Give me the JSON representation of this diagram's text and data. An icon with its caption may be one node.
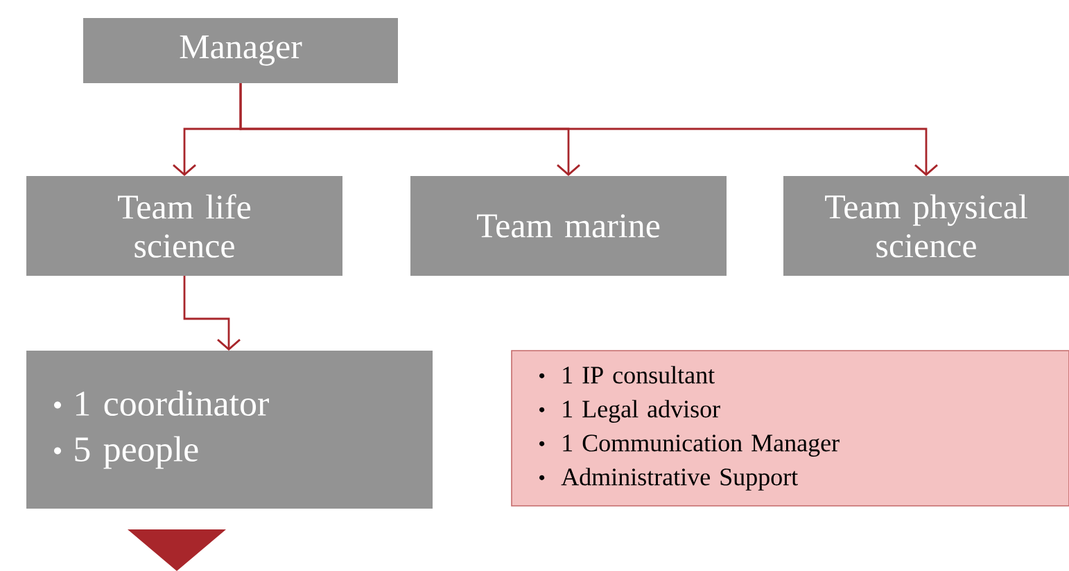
{
  "diagram": {
    "nodes": [
      {
        "text": [
          "Manager"
        ]
      },
      {
        "text": [
          "Team life science"
        ]
      },
      {
        "text": [
          "Team marine"
        ]
      },
      {
        "text": [
          "Team physical science"
        ]
      },
      {
        "text": [
          "1 coordinator",
          "5 people"
        ]
      },
      {
        "text": [
          "1 IP consultant",
          "1 Legal advisor",
          "1 Communication Manager",
          "Administrative Support"
        ]
      }
    ],
    "edges": [
      {
        "from": 0,
        "to": 1,
        "arrow": "to"
      },
      {
        "from": 0,
        "to": 2,
        "arrow": "to"
      },
      {
        "from": 0,
        "to": 3,
        "arrow": "to"
      },
      {
        "from": 1,
        "to": 4,
        "arrow": "to"
      }
    ]
  }
}
